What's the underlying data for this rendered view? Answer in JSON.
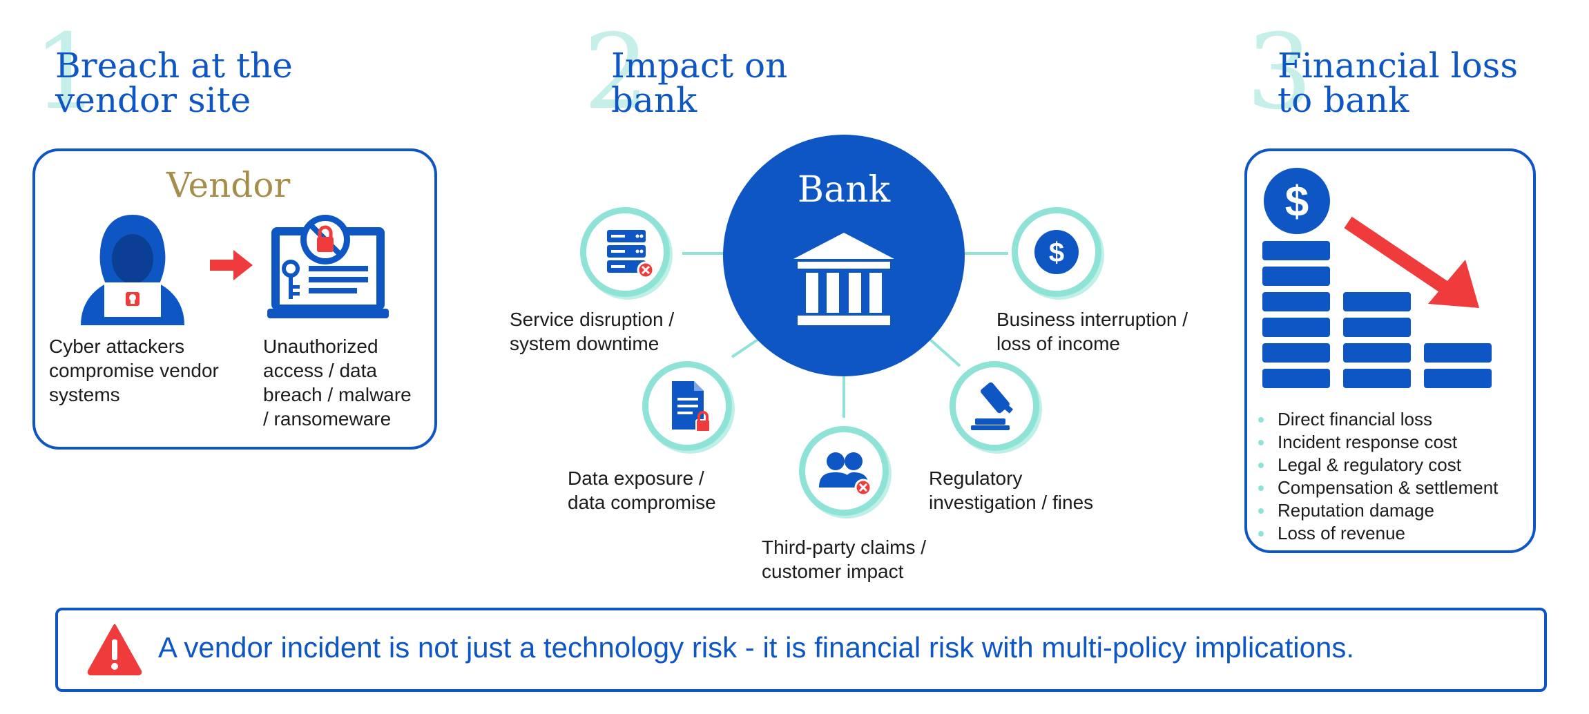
{
  "colors": {
    "primary_blue": "#0d56c4",
    "teal": "#8fe3d6",
    "teal_light": "#c6efea",
    "gold": "#a58d4c",
    "red": "#ef3b3b",
    "text": "#1b1b1b"
  },
  "steps": [
    {
      "number": "1",
      "title": "Breach at the\nvendor site"
    },
    {
      "number": "2",
      "title": "Impact on\nbank"
    },
    {
      "number": "3",
      "title": "Financial loss\nto bank"
    }
  ],
  "vendor": {
    "title": "Vendor",
    "attacker_caption": "Cyber attackers\ncompromise vendor\nsystems",
    "breach_caption": "Unauthorized\naccess / data\nbreach / malware\n/ ransomeware",
    "icons": [
      "hacker-icon",
      "arrow-right-icon",
      "locked-laptop-icon"
    ]
  },
  "bank": {
    "label": "Bank",
    "icon": "bank-building-icon",
    "impacts": [
      {
        "label": "Service disruption /\nsystem downtime",
        "icon": "server-error-icon"
      },
      {
        "label": "Data exposure /\ndata compromise",
        "icon": "locked-document-icon"
      },
      {
        "label": "Third-party claims /\ncustomer impact",
        "icon": "users-error-icon"
      },
      {
        "label": "Regulatory\ninvestigation / fines",
        "icon": "gavel-icon"
      },
      {
        "label": "Business interruption /\nloss of income",
        "icon": "dollar-coin-icon"
      }
    ]
  },
  "financial": {
    "icons": [
      "dollar-coin-icon",
      "coin-stacks-icon",
      "down-trend-arrow-icon"
    ],
    "losses": [
      "Direct financial loss",
      "Incident response cost",
      "Legal & regulatory cost",
      "Compensation & settlement",
      "Reputation damage",
      "Loss of revenue"
    ]
  },
  "banner": {
    "icon": "warning-triangle-icon",
    "text": "A vendor incident is not just a technology risk - it is financial risk with multi-policy implications."
  }
}
